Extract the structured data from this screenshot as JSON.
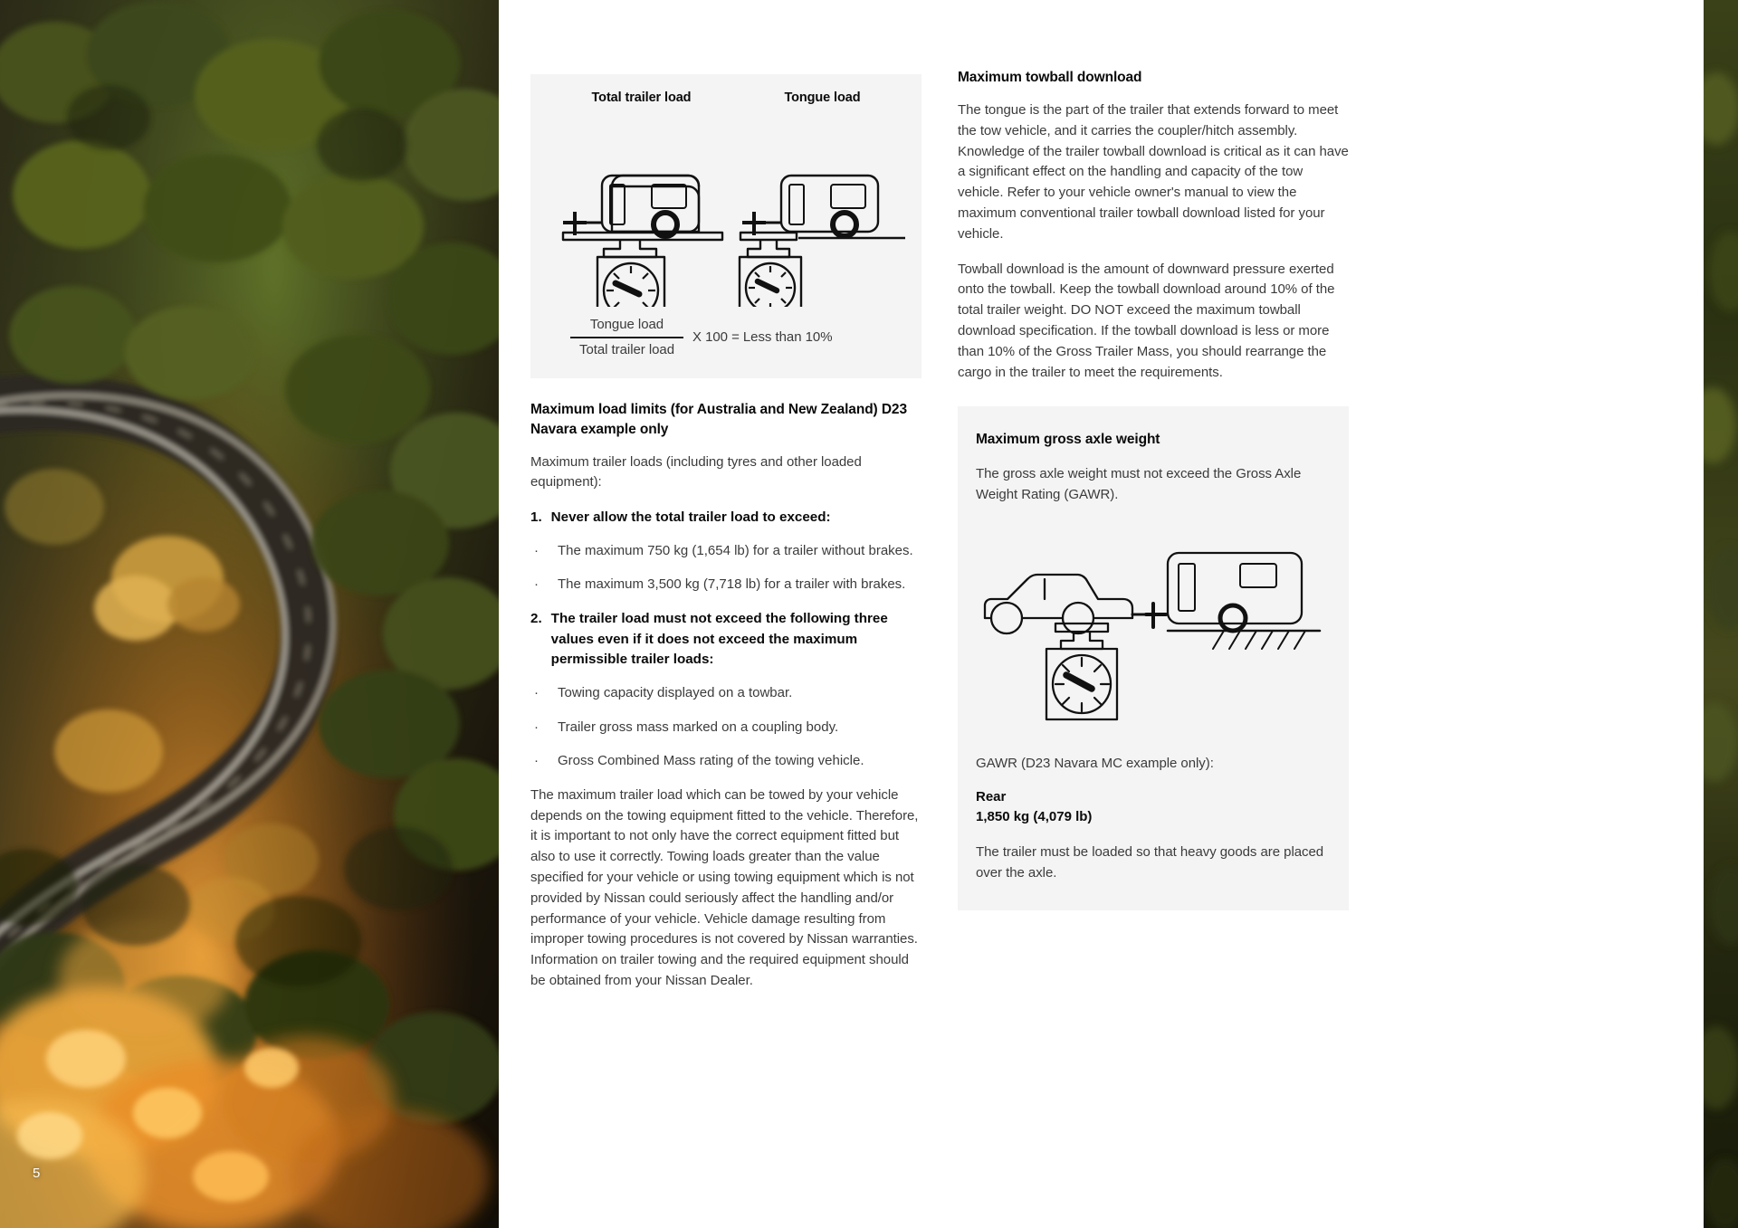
{
  "page": {
    "number": "5"
  },
  "figure_total_tongue": {
    "title_left": "Total trailer load",
    "title_right": "Tongue load",
    "formula_numerator": "Tongue load",
    "formula_denominator": "Total trailer load",
    "formula_rhs": "X 100 = Less than 10%"
  },
  "left_column": {
    "heading": "Maximum load limits (for Australia and New Zealand) D23 Navara example only",
    "intro": "Maximum trailer loads (including tyres and other loaded equipment):",
    "item1_num": "1.",
    "item1_text": "Never allow the total trailer load to exceed:",
    "item1_bullets": [
      "The maximum 750 kg (1,654 lb) for a trailer without brakes.",
      "The maximum 3,500 kg (7,718 lb) for a trailer with brakes."
    ],
    "item2_num": "2.",
    "item2_text": "The trailer load must not exceed the following three values even if it does not exceed the maximum permissible trailer loads:",
    "item2_bullets": [
      "Towing capacity displayed on a towbar.",
      "Trailer gross mass marked on a coupling body.",
      "Gross Combined Mass rating of the towing vehicle."
    ],
    "closing_paragraph": "The maximum trailer load which can be towed by your vehicle depends on the towing equipment fitted to the vehicle. Therefore, it is important to not only have the correct equipment fitted but also to use it correctly. Towing loads greater than the value specified for your vehicle or using towing equipment which is not provided by Nissan could seriously affect the handling and/or performance of your vehicle. Vehicle damage resulting from improper towing procedures is not covered by Nissan warranties. Information on trailer towing and the required equipment should be obtained from your Nissan Dealer.",
    "bullet_glyph": "·"
  },
  "right_column": {
    "towball_heading": "Maximum towball download",
    "towball_p1": "The tongue is the part of the trailer that extends forward to meet the tow vehicle, and it carries the coupler/hitch assembly. Knowledge of the trailer towball download is critical as it can have a significant effect on the handling and capacity of the tow vehicle. Refer to your vehicle owner's manual to view the maximum conventional trailer towball download listed for your vehicle.",
    "towball_p2": "Towball download is the amount of downward pressure exerted onto the towball. Keep the towball download around 10% of the total trailer weight. DO NOT exceed the maximum towball download specification. If the towball download is less or more than 10% of the Gross Trailer Mass, you should rearrange the cargo in the trailer to meet the requirements.",
    "axle_card": {
      "heading": "Maximum gross axle weight",
      "body": "The gross axle weight must not exceed the Gross Axle Weight Rating (GAWR).",
      "gawr_label": "GAWR (D23 Navara MC example only):",
      "axle_name": "Rear",
      "axle_value": "1,850 kg (4,079 lb)",
      "footnote": "The trailer must be loaded so that heavy goods are placed over the axle."
    }
  },
  "colors": {
    "figure_background": "#f4f4f4",
    "heading_text": "#0a0a0a",
    "body_text": "#3b3b3b",
    "line_art": "#111111"
  }
}
